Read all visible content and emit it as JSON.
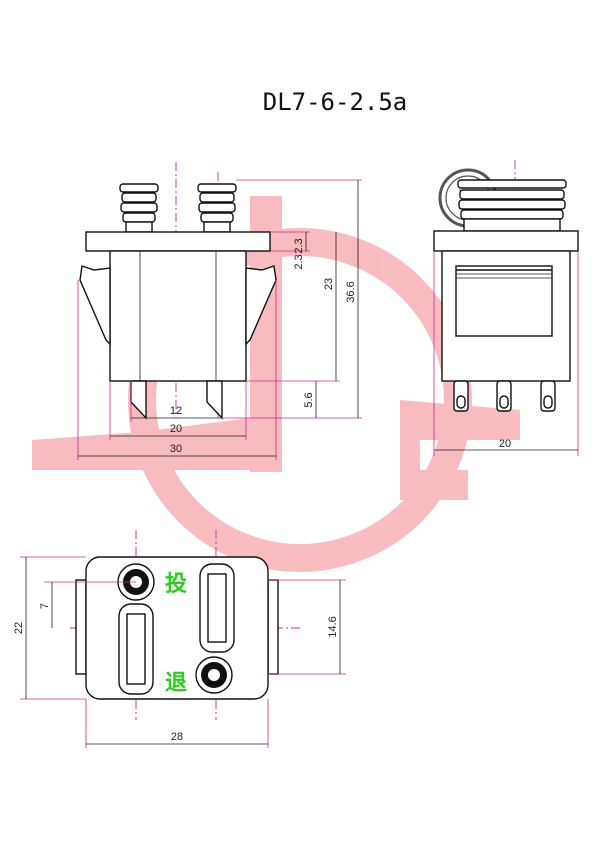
{
  "title": "DL7-6-2.5a",
  "registered_mark": "R",
  "colors": {
    "watermark": "#f7b0b6",
    "dimension_line": "#cc2a9a",
    "action_label": "#2ecc22",
    "outline": "#111111"
  },
  "dimensions": {
    "front_flange_height": "2.3",
    "front_body_height": "23",
    "front_total_height": "36.6",
    "front_pin_length": "5.6",
    "front_pin_pitch": "12",
    "front_body_width": "20",
    "front_overall_width": "30",
    "side_width": "20",
    "bottom_height": "22",
    "bottom_offset": "7",
    "bottom_inner_height": "14.6",
    "bottom_width": "28"
  },
  "labels": {
    "push_on": "投",
    "push_off": "退"
  }
}
